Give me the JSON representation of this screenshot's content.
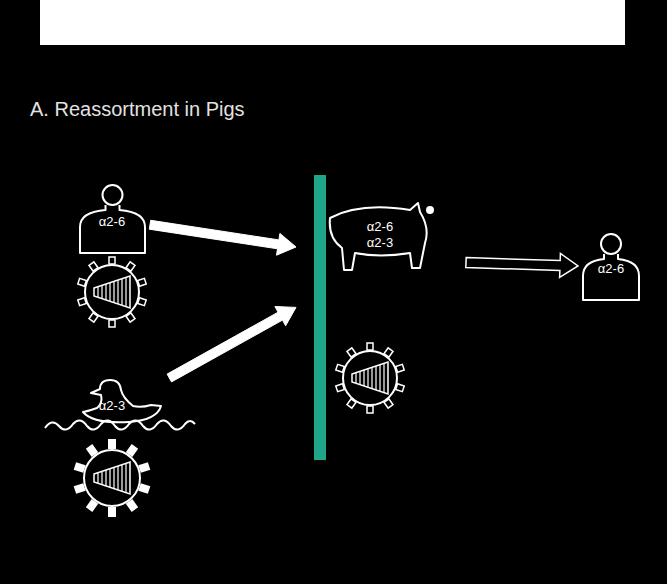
{
  "diagram": {
    "title": "A. Reassortment in Pigs",
    "nodes": [
      {
        "text": [
          "α2-6"
        ]
      },
      {
        "text": [
          "α2-3"
        ]
      },
      {
        "text": [
          "α2-6",
          "α2-3"
        ]
      },
      {
        "text": [
          "α2-6"
        ]
      }
    ],
    "edges": [
      {
        "from": 0,
        "to": 2,
        "arrow": "to"
      },
      {
        "from": 1,
        "to": 2,
        "arrow": "to"
      },
      {
        "from": 2,
        "to": 3,
        "arrow": "to"
      }
    ]
  }
}
